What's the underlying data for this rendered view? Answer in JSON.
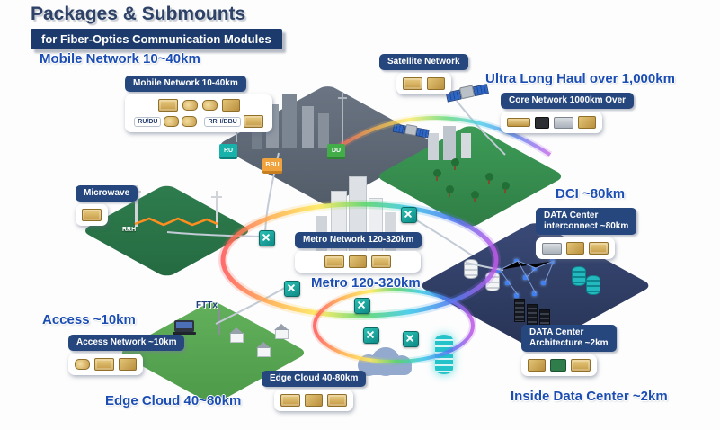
{
  "header": {
    "title": "Packages & Submounts",
    "subtitle": "for Fiber-Optics Communication Modules"
  },
  "sections": {
    "mobile": {
      "heading": "Mobile Network 10~40km",
      "card_title": "Mobile Network 10-40km",
      "top_chips": [
        "butterfly-package",
        "to-can",
        "to-can",
        "cob-module"
      ],
      "group1_label": "RU/DU",
      "group1_chips": [
        "to-can",
        "to-can"
      ],
      "group2_label": "RRH/BBU",
      "group2_chips": [
        "butterfly-package"
      ]
    },
    "satellite": {
      "card_title": "Satellite Network",
      "chips": [
        "butterfly-package",
        "cob-module"
      ]
    },
    "ultra_long_haul": {
      "heading": "Ultra Long Haul over 1,000km",
      "card_title": "Core Network 1000km Over",
      "chips": [
        "gold-bar",
        "dark-chip",
        "silver-module",
        "cob-module"
      ]
    },
    "microwave": {
      "card_title": "Microwave",
      "chips": [
        "butterfly-package"
      ]
    },
    "dci": {
      "heading": "DCI ~80km",
      "card_title_line1": "DATA Center",
      "card_title_line2": "interconnect ~80km",
      "chips": [
        "silver-module",
        "cob-module",
        "butterfly-package"
      ]
    },
    "metro": {
      "heading": "Metro 120-320km",
      "card_title": "Metro Network 120-320km",
      "chips": [
        "butterfly-package",
        "cob-module",
        "butterfly-package"
      ]
    },
    "access": {
      "heading": "Access ~10km",
      "card_title": "Access Network ~10km",
      "chips": [
        "to-can",
        "butterfly-package",
        "cob-module"
      ]
    },
    "edge_cloud": {
      "heading": "Edge Cloud 40~80km",
      "card_title": "Edge Cloud 40-80km",
      "chips": [
        "butterfly-package",
        "cob-module",
        "butterfly-package"
      ]
    },
    "dc_architecture": {
      "card_title_line1": "DATA Center",
      "card_title_line2": "Architecture ~2km",
      "chips": [
        "cob-module",
        "green-pcb",
        "butterfly-package"
      ]
    },
    "inside_dc": {
      "heading": "Inside Data Center ~2km"
    }
  },
  "map_labels": {
    "ru": "RU",
    "bbu": "BBU",
    "du": "DU",
    "rrh": "RRH",
    "fttx": "FTTx"
  }
}
